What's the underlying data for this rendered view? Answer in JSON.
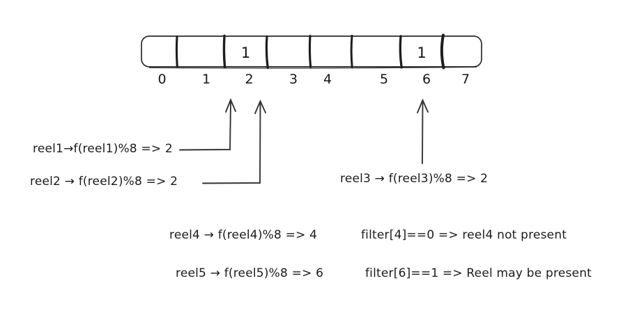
{
  "diagram": {
    "title_semantic": "bloom-filter-hashing-diagram",
    "background_color": "#ffffff",
    "ink_color": "#1e1e1e"
  },
  "bloom_filter": {
    "cells": [
      {
        "index": "0",
        "value": ""
      },
      {
        "index": "1",
        "value": ""
      },
      {
        "index": "2",
        "value": "1"
      },
      {
        "index": "3",
        "value": ""
      },
      {
        "index": "4",
        "value": ""
      },
      {
        "index": "5",
        "value": ""
      },
      {
        "index": "6",
        "value": "1"
      },
      {
        "index": "7",
        "value": ""
      }
    ]
  },
  "annotations": {
    "reel1": "reel1→f(reel1)%8 => 2",
    "reel2": "reel2 → f(reel2)%8 => 2",
    "reel3": "reel3 → f(reel3)%8 => 2",
    "reel4": "reel4 → f(reel4)%8 => 4",
    "reel5": "reel5 → f(reel5)%8 => 6",
    "filter4": "filter[4]==0 => reel4 not present",
    "filter6": "filter[6]==1 => Reel may be present"
  }
}
